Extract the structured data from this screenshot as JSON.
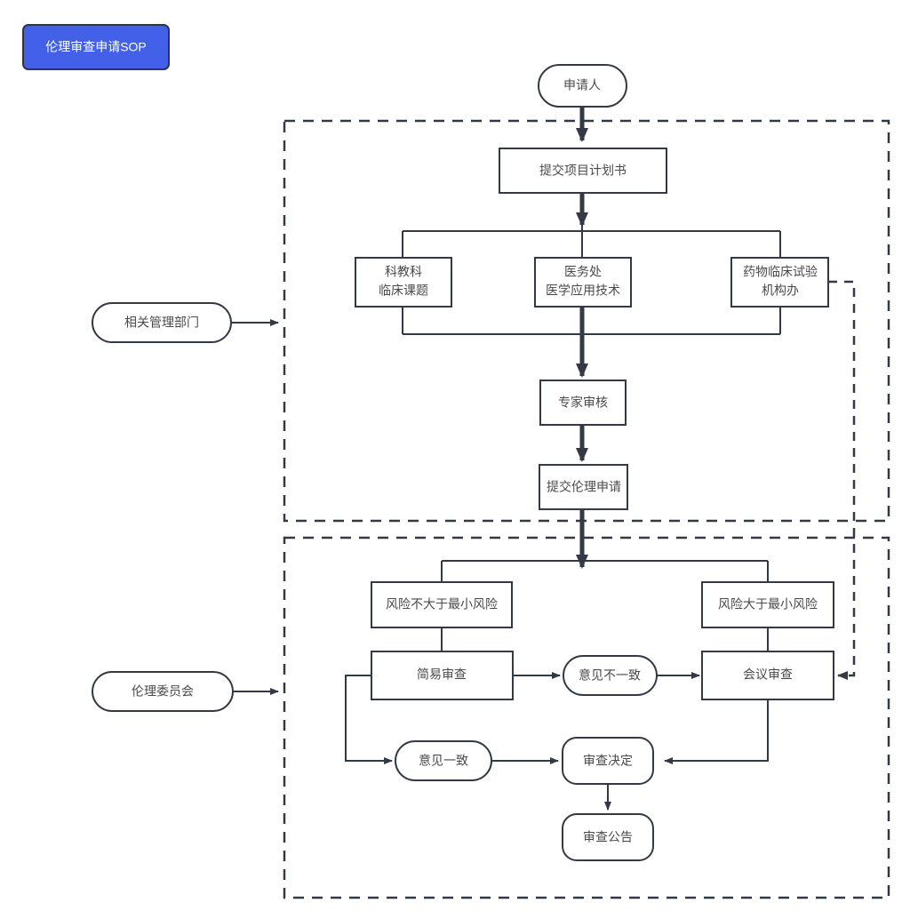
{
  "title_badge": {
    "label": "伦理审查申请SOP",
    "fill_color": "#4361e8",
    "text_color": "#ffffff",
    "border_color": "#2b3550"
  },
  "theme": {
    "stroke_color": "#333a45",
    "node_fill": "#ffffff",
    "text_color": "#4a4a4a",
    "background": "#ffffff"
  },
  "swimlane_labels": [
    {
      "id": "lane-management",
      "label": "相关管理部门"
    },
    {
      "id": "lane-ethics",
      "label": "伦理委员会"
    }
  ],
  "nodes": {
    "applicant": {
      "label": "申请人",
      "shape": "stadium"
    },
    "submit_plan": {
      "label": "提交项目计划书",
      "shape": "rect"
    },
    "dept_research": {
      "label_line1": "科教科",
      "label_line2": "临床课题",
      "shape": "rect"
    },
    "dept_medical": {
      "label_line1": "医务处",
      "label_line2": "医学应用技术",
      "shape": "rect"
    },
    "dept_drug_trial": {
      "label_line1": "药物临床试验",
      "label_line2": "机构办",
      "shape": "rect"
    },
    "expert_review": {
      "label": "专家审核",
      "shape": "rect"
    },
    "submit_ethics": {
      "label": "提交伦理申请",
      "shape": "rect"
    },
    "risk_not_greater": {
      "label": "风险不大于最小风险",
      "shape": "rect"
    },
    "risk_greater": {
      "label": "风险大于最小风险",
      "shape": "rect"
    },
    "simple_review": {
      "label": "简易审查",
      "shape": "rect"
    },
    "meeting_review": {
      "label": "会议审查",
      "shape": "rect"
    },
    "opinion_disagree": {
      "label": "意见不一致",
      "shape": "stadium"
    },
    "opinion_agree": {
      "label": "意见一致",
      "shape": "stadium"
    },
    "review_decision": {
      "label": "审查决定",
      "shape": "stadium"
    },
    "review_announcement": {
      "label": "审查公告",
      "shape": "stadium"
    }
  },
  "edges": [
    {
      "from": "applicant",
      "to": "submit_plan",
      "style": "thick"
    },
    {
      "from": "submit_plan",
      "to": "dept_split",
      "style": "thick"
    },
    {
      "from": "dept_split",
      "to": "dept_research",
      "style": "thin"
    },
    {
      "from": "dept_split",
      "to": "dept_medical",
      "style": "thin"
    },
    {
      "from": "dept_split",
      "to": "dept_drug_trial",
      "style": "thin"
    },
    {
      "from": "dept_merge",
      "to": "expert_review",
      "style": "thick"
    },
    {
      "from": "expert_review",
      "to": "submit_ethics",
      "style": "thick"
    },
    {
      "from": "submit_ethics",
      "to": "risk_split",
      "style": "thick"
    },
    {
      "from": "risk_split",
      "to": "risk_not_greater",
      "style": "thin"
    },
    {
      "from": "risk_split",
      "to": "risk_greater",
      "style": "thin"
    },
    {
      "from": "risk_not_greater",
      "to": "simple_review",
      "style": "thin"
    },
    {
      "from": "risk_greater",
      "to": "meeting_review",
      "style": "thin"
    },
    {
      "from": "simple_review",
      "to": "opinion_disagree",
      "style": "thin"
    },
    {
      "from": "opinion_disagree",
      "to": "meeting_review",
      "style": "thin"
    },
    {
      "from": "simple_review",
      "to": "opinion_agree",
      "style": "thin"
    },
    {
      "from": "opinion_agree",
      "to": "review_decision",
      "style": "thin"
    },
    {
      "from": "meeting_review",
      "to": "review_decision",
      "style": "thin"
    },
    {
      "from": "review_decision",
      "to": "review_announcement",
      "style": "thin"
    },
    {
      "from": "dept_drug_trial",
      "to": "meeting_review",
      "style": "dashed"
    }
  ]
}
